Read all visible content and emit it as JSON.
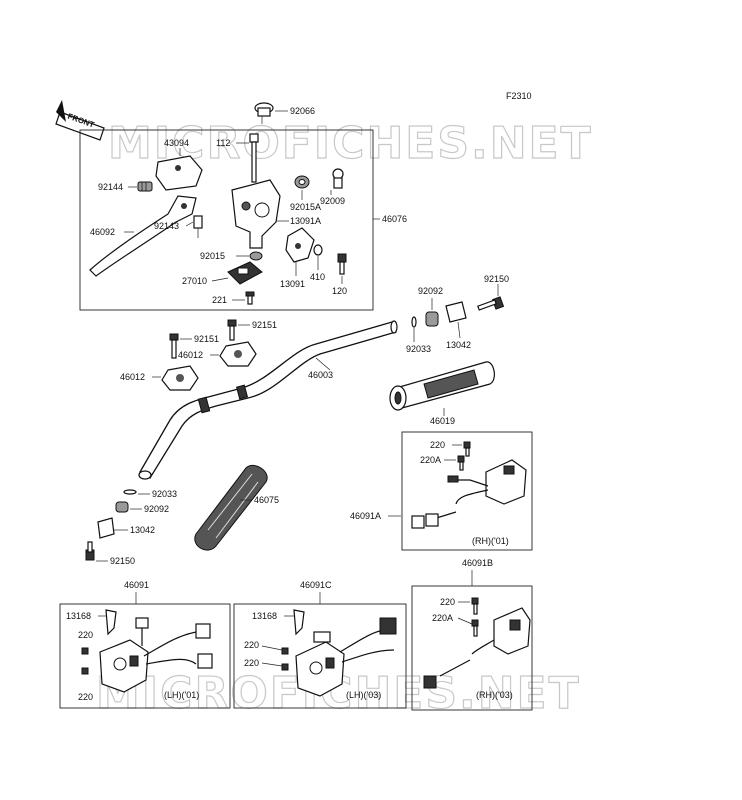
{
  "figure_code": "F2310",
  "front_label": "FRONT",
  "watermark": "MICROFICHES.NET",
  "labels": {
    "p92066": "92066",
    "p43094": "43094",
    "p112": "112",
    "p92009": "92009",
    "p92144": "92144",
    "p92015A": "92015A",
    "p13091A": "13091A",
    "p46076": "46076",
    "p46092": "46092",
    "p92143": "92143",
    "p92015": "92015",
    "p410": "410",
    "p27010": "27010",
    "p13091": "13091",
    "p120": "120",
    "p221": "221",
    "p92150_top": "92150",
    "p92092_top": "92092",
    "p92151_right": "92151",
    "p92151_left": "92151",
    "p46012_upper": "46012",
    "p46012_lower": "46012",
    "p46003": "46003",
    "p92033_top": "92033",
    "p13042_top": "13042",
    "p46019": "46019",
    "p220_rh": "220",
    "p220A_rh": "220A",
    "p46091A": "46091A",
    "p92033_low": "92033",
    "p92092_low": "92092",
    "p46075": "46075",
    "p13042_low": "13042",
    "p92150_low": "92150",
    "p46091": "46091",
    "p46091C": "46091C",
    "p46091B": "46091B",
    "p13168_a": "13168",
    "p220_a1": "220",
    "p220_a2": "220",
    "p13168_c": "13168",
    "p220_c1": "220",
    "p220_c2": "220",
    "p220_b": "220",
    "p220A_b": "220A"
  },
  "box_captions": {
    "rh01": "(RH)('01)",
    "lh01": "(LH)('01)",
    "lh03": "(LH)('03)",
    "rh03": "(RH)('03)"
  }
}
